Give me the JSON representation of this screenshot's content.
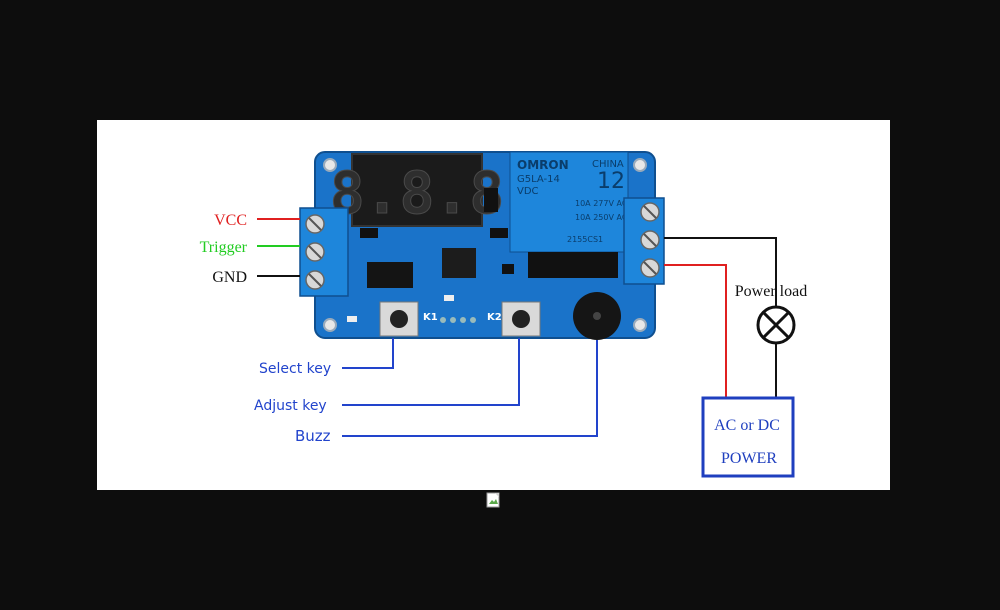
{
  "labels": {
    "vcc": "VCC",
    "trigger": "Trigger",
    "gnd": "GND",
    "select_key": "Select key",
    "adjust_key": "Adjust key",
    "buzz": "Buzz",
    "power_load": "Power load",
    "power_box_line1": "AC or DC",
    "power_box_line2": "POWER"
  },
  "board": {
    "display": "8.8.8",
    "k1": "K1",
    "k2": "K2",
    "relay_brand": "OMRON",
    "relay_origin": "CHINA",
    "relay_model": "G5LA-14",
    "relay_voltage": "12",
    "relay_vdc": "VDC",
    "relay_rating1": "10A 277V AC",
    "relay_rating2": "10A 250V AC",
    "relay_code": "2155CS1"
  },
  "colors": {
    "vcc": "#e02020",
    "trigger": "#22cc22",
    "gnd": "#111111",
    "keys": "#2244cc",
    "board": "#1a73c9",
    "relay": "#1e86db",
    "power_box": "#1f3fbf"
  }
}
